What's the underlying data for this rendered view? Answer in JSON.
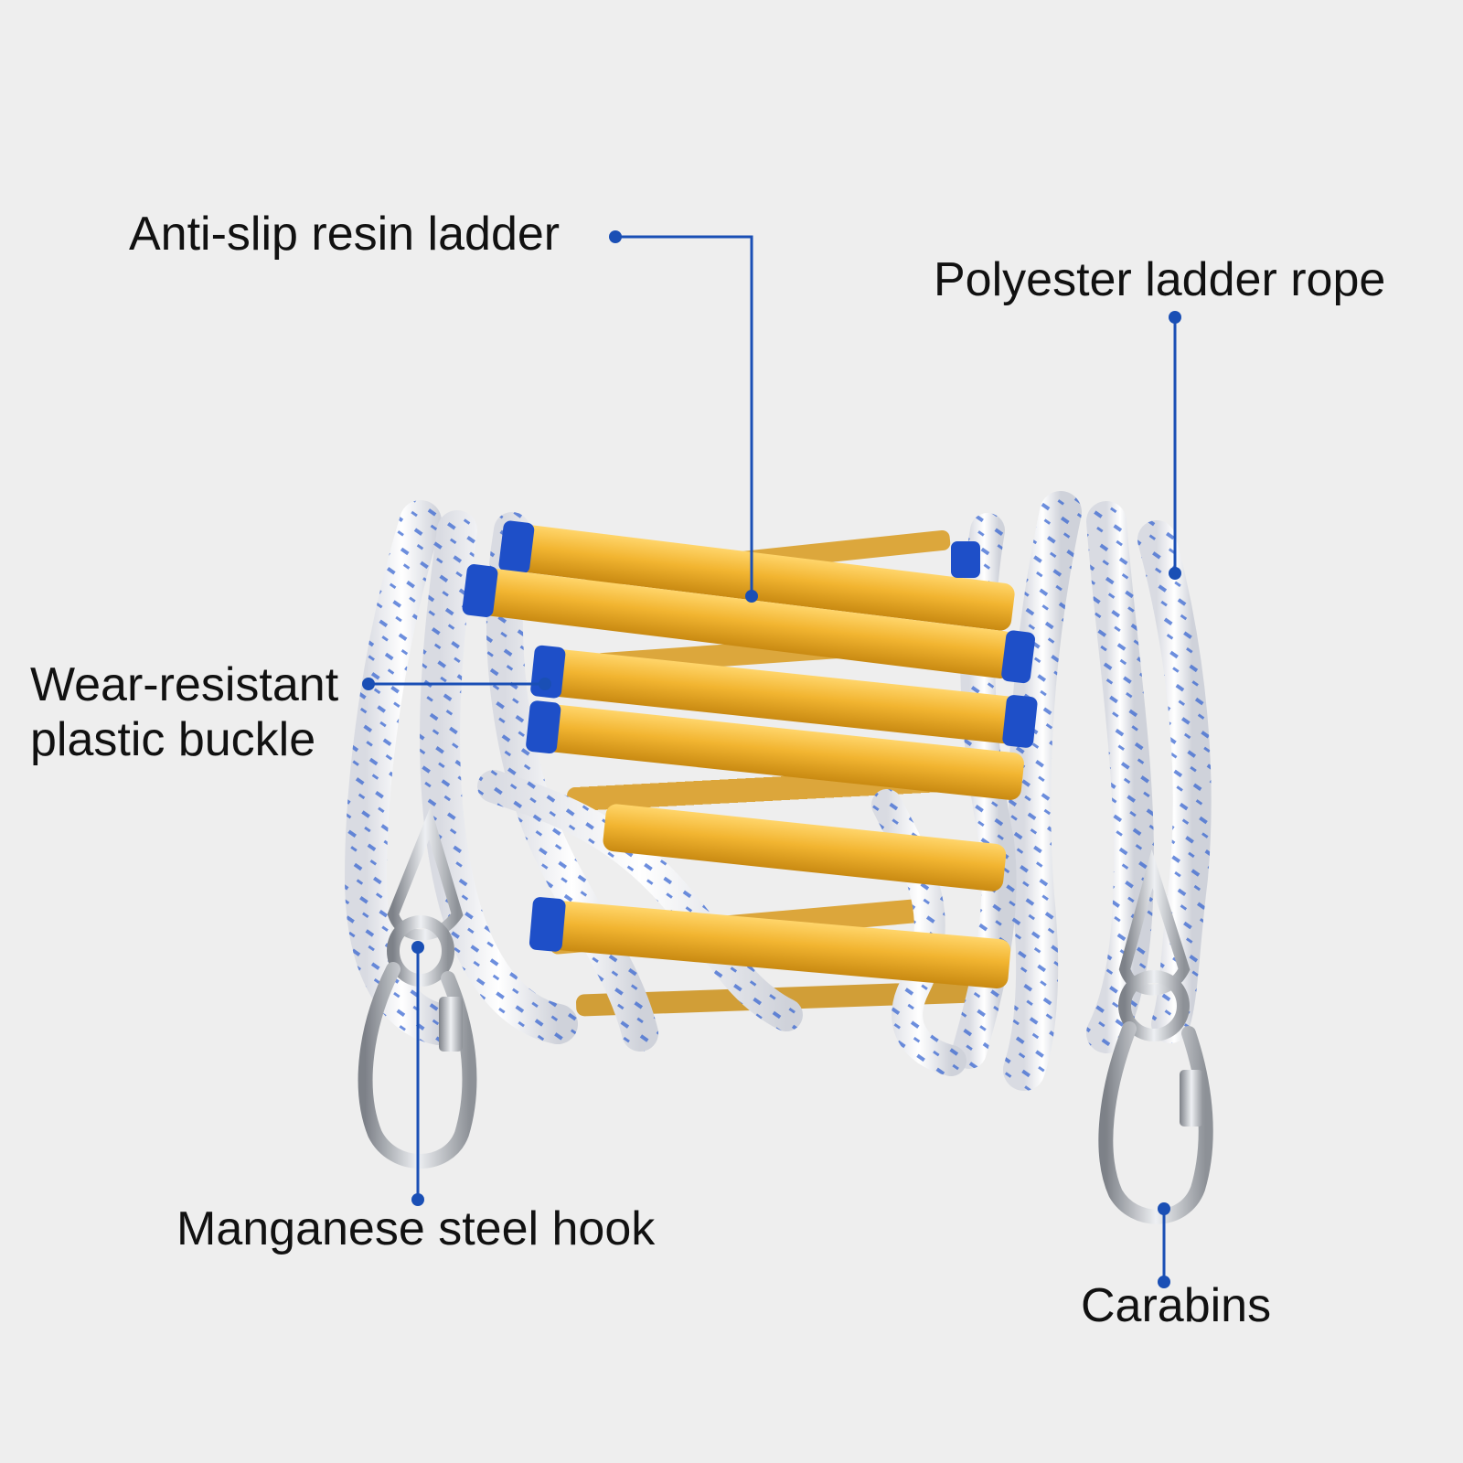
{
  "labels": {
    "ladder": "Anti-slip resin ladder",
    "rope": "Polyester ladder rope",
    "buckle_line1": "Wear-resistant",
    "buckle_line2": "plastic buckle",
    "hook": "Manganese steel hook",
    "carabins": "Carabins"
  },
  "colors": {
    "background": "#eeeeee",
    "leader_line": "#1a4fb5",
    "rung_yellow": "#f2b531",
    "rung_cap_blue": "#1e4fc8",
    "rope_white": "#f4f4f6",
    "rope_fleck_blue": "#2f5fd0",
    "steel": "#b9bcc2"
  },
  "icons": {
    "product": "rope-ladder-image",
    "hook": "carabiner-icon",
    "leader_dot": "callout-dot-icon"
  }
}
